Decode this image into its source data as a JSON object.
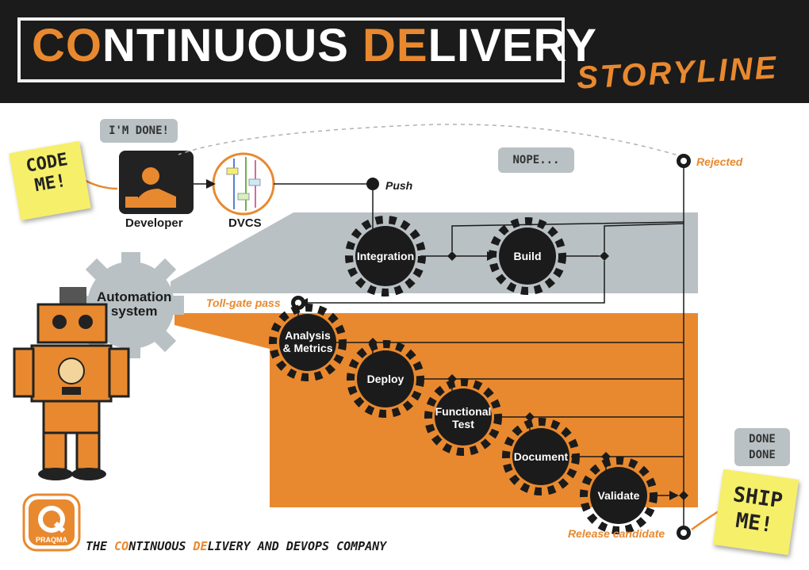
{
  "header": {
    "title_part1": "C",
    "title_part2": "O",
    "title_part3": "NTINUOUS ",
    "title_part4": "DE",
    "title_part5": "LIVERY",
    "subtitle": "STORYLINE"
  },
  "notes": {
    "code_me": "CODE ME!",
    "im_done": "I'M DONE!",
    "nope": "NOPE...",
    "done_done": "DONE DONE",
    "ship_me": "SHIP ME!"
  },
  "nodes": {
    "developer": "Developer",
    "dvcs": "DVCS",
    "push": "Push",
    "rejected": "Rejected",
    "integration": "Integration",
    "build": "Build",
    "automation_line1": "Automation",
    "automation_line2": "system",
    "toll_gate": "Toll-gate pass",
    "analysis_line1": "Analysis",
    "analysis_line2": "& Metrics",
    "deploy": "Deploy",
    "functional_line1": "Functional",
    "functional_line2": "Test",
    "document": "Document",
    "validate": "Validate",
    "release_candidate": "Release candidate"
  },
  "footer": {
    "logo_text": "PRAQMA",
    "tagline_a": "THE ",
    "tagline_b": "CO",
    "tagline_c": "NTINUOUS ",
    "tagline_d": "DE",
    "tagline_e": "LIVERY AND DEVOPS COMPANY"
  },
  "colors": {
    "orange": "#e8892f",
    "grey": "#b9c1c4",
    "dark": "#1b1b1b",
    "sticky": "#f6ef6a"
  }
}
